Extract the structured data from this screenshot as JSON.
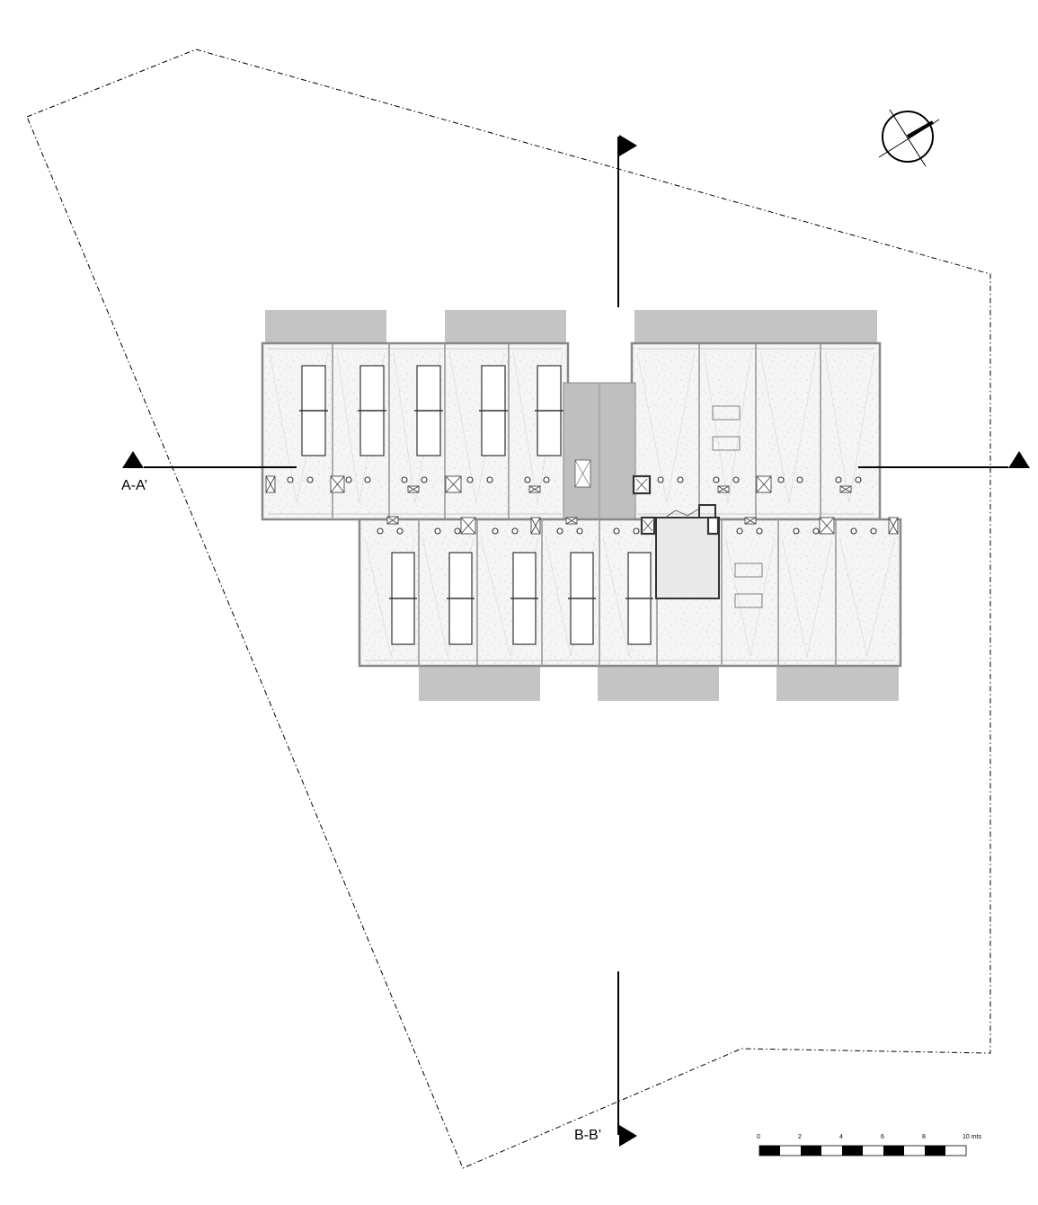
{
  "section_labels": {
    "aa": "A-A’",
    "bb": "B-B’"
  },
  "scale_bar": {
    "ticks": [
      "0",
      "2",
      "4",
      "6",
      "8"
    ],
    "end_label": "10 mts"
  },
  "colors": {
    "line": "#000000",
    "wall": "#9a9a9a",
    "balcony": "#c4c4c4",
    "floor": "#f4f4f4",
    "core": "#bfbfbf"
  }
}
